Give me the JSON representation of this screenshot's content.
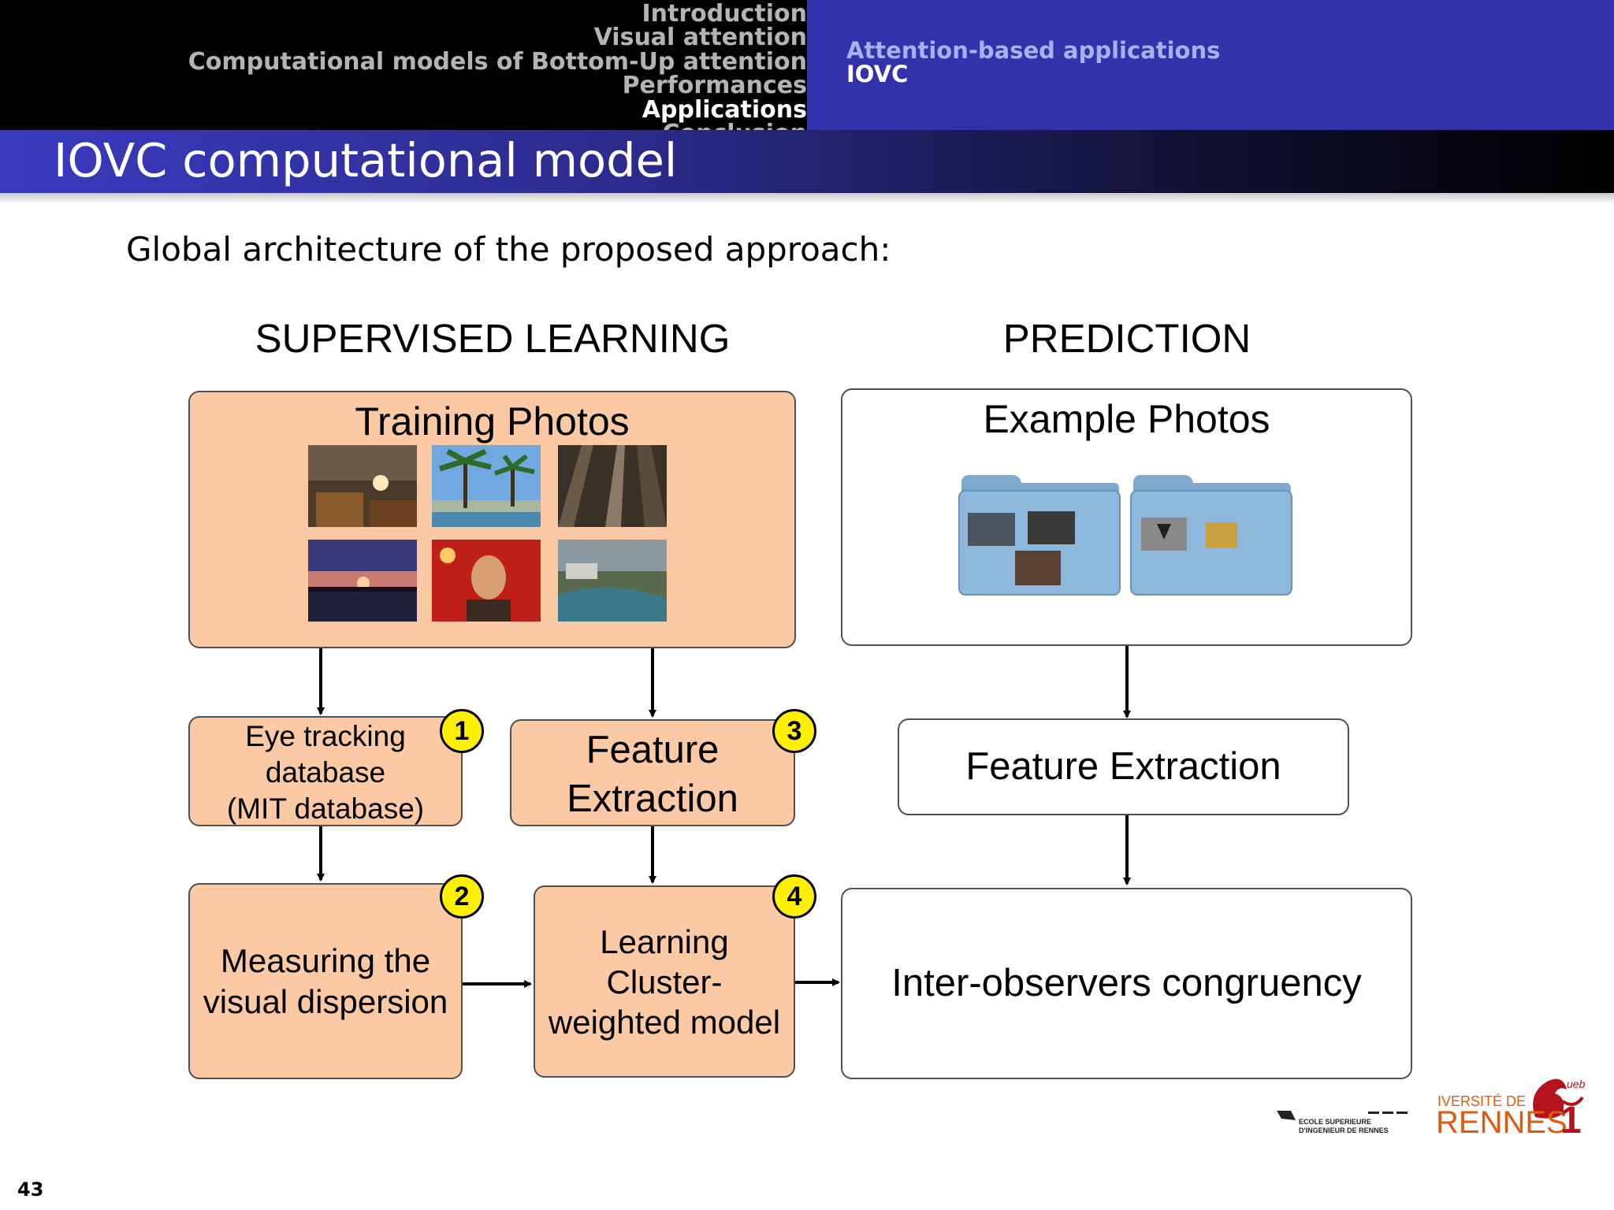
{
  "header": {
    "nav": [
      "Introduction",
      "Visual attention",
      "Computational models of Bottom-Up attention",
      "Performances",
      "Applications",
      "Conclusion"
    ],
    "active_nav_index": 4,
    "section": "Attention-based applications",
    "subsection": "IOVC"
  },
  "frame_title": "IOVC computational model",
  "lead_text": "Global architecture of the proposed approach:",
  "diagram": {
    "left_heading": "SUPERVISED LEARNING",
    "right_heading": "PREDICTION",
    "training_photos": "Training Photos",
    "example_photos": "Example Photos",
    "eye_tracking": [
      "Eye tracking",
      "database",
      "(MIT database)"
    ],
    "feature_extraction_left": [
      "Feature",
      "Extraction"
    ],
    "measuring": [
      "Measuring the",
      "visual dispersion"
    ],
    "learning": [
      "Learning",
      "Cluster-",
      "weighted model"
    ],
    "feature_extraction_right": "Feature Extraction",
    "congruency": "Inter-observers congruency",
    "badges": [
      "1",
      "2",
      "3",
      "4"
    ]
  },
  "logos": {
    "school": [
      "ECOLE SUPERIEURE",
      "D'INGENIEUR DE RENNES"
    ],
    "university_small": "IVERSITÉ DE",
    "university_big": "RENNES",
    "university_num": "1",
    "ueb": "ueb"
  },
  "page_number": "43"
}
